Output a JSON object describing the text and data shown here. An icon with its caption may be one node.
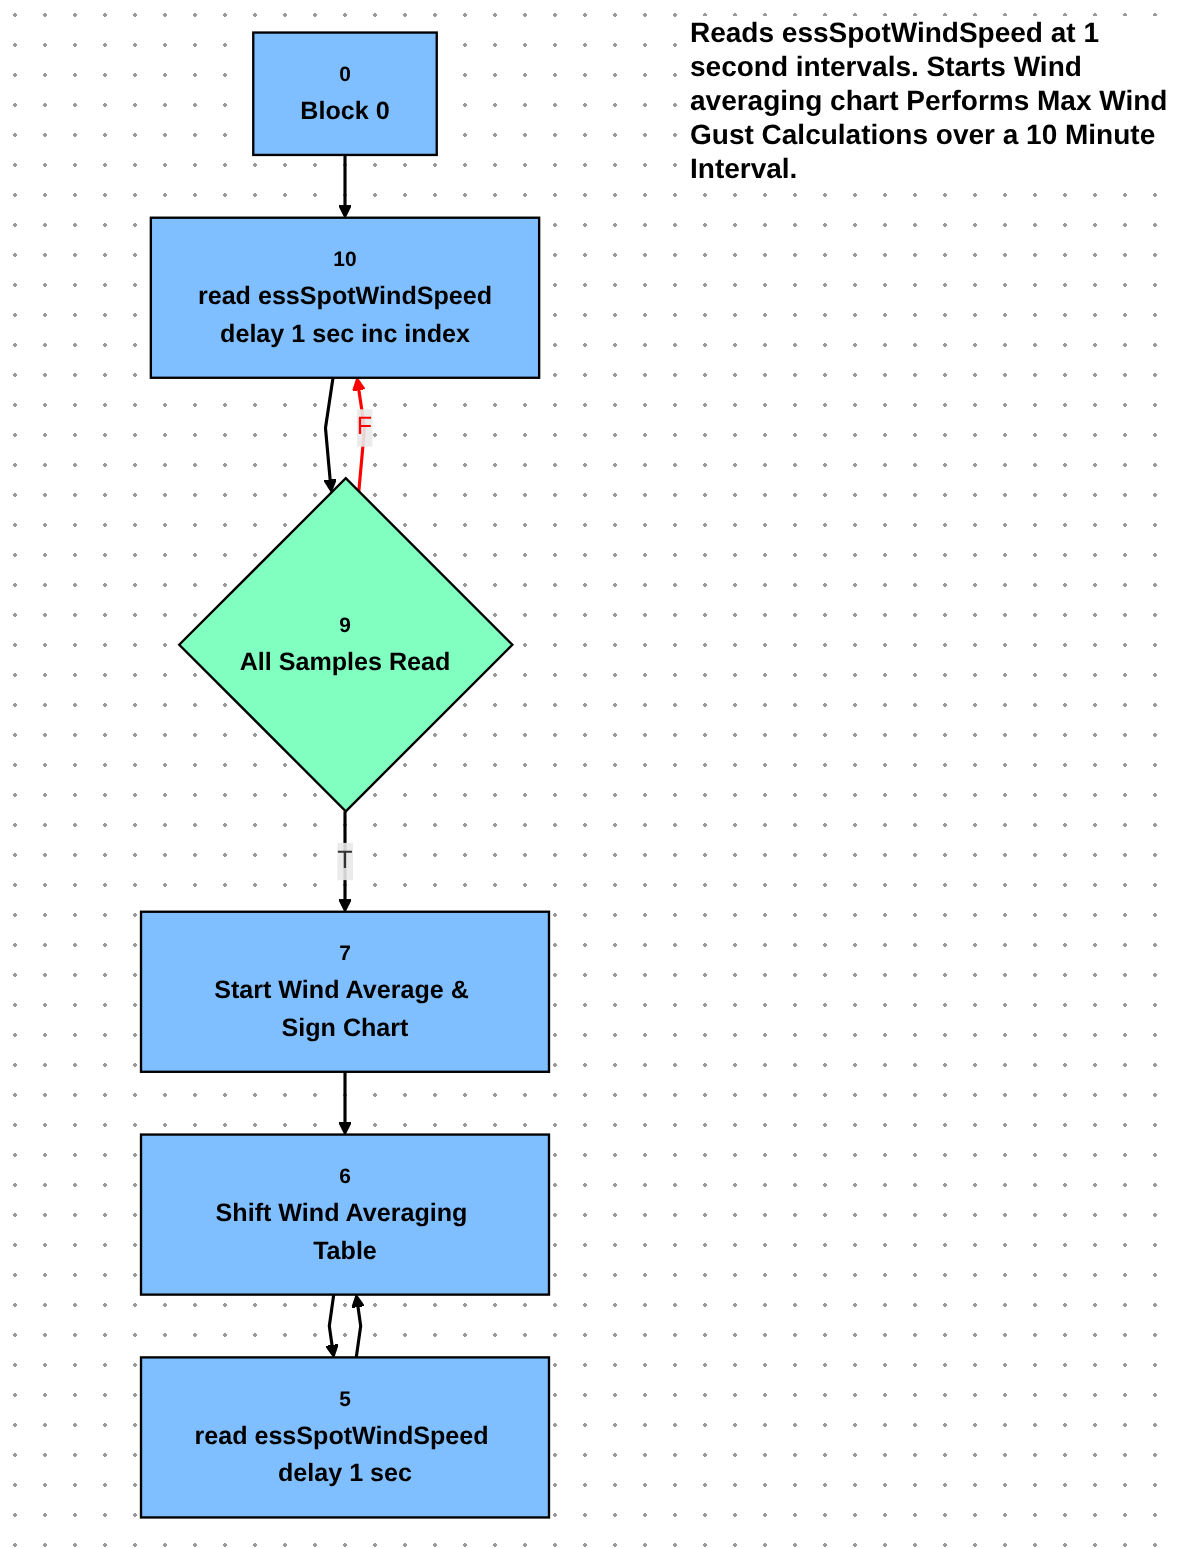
{
  "diagram": {
    "nodes": [
      {
        "text": [
          "0",
          "Block 0"
        ]
      },
      {
        "text": [
          "10",
          "read essSpotWindSpeed",
          "delay 1 sec inc index"
        ]
      },
      {
        "text": [
          "9",
          "All Samples Read"
        ]
      },
      {
        "text": [
          "7",
          "Start Wind Average & Sign Chart"
        ]
      },
      {
        "text": [
          "6",
          "Shift Wind Averaging Table"
        ]
      },
      {
        "text": [
          "5",
          "read essSpotWindSpeed delay 1 sec"
        ]
      }
    ],
    "edges": [
      {
        "from": 0,
        "to": 1,
        "arrow": "to"
      },
      {
        "from": 1,
        "to": 2,
        "arrow": "to"
      },
      {
        "from": 2,
        "to": 1,
        "arrow": "to",
        "label": "F",
        "color": "#ff0000"
      },
      {
        "from": 2,
        "to": 3,
        "arrow": "to",
        "label": "T"
      },
      {
        "from": 3,
        "to": 4,
        "arrow": "to"
      },
      {
        "from": 4,
        "to": 5,
        "arrow": "to"
      },
      {
        "from": 5,
        "to": 4,
        "arrow": "to"
      }
    ],
    "labels": [
      "Reads essSpotWindSpeed at 1 second intervals. Starts Wind averaging chart Performs Max Wind Gust Calculations over a 10 Minute Interval."
    ]
  }
}
